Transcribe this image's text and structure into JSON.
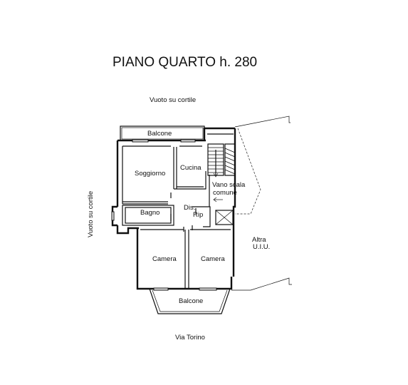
{
  "title": "PIANO QUARTO h. 280",
  "labels": {
    "vuoto_top": "Vuoto su cortile",
    "vuoto_left": "Vuoto su cortile",
    "balcone_top": "Balcone",
    "soggiorno": "Soggiorno",
    "cucina": "Cucina",
    "vano_scala_1": "Vano scala",
    "vano_scala_2": "comune",
    "bagno": "Bagno",
    "dis": "Dis.",
    "rip": "Rip",
    "altra_1": "Altra",
    "altra_2": "U.I.U.",
    "camera_left": "Camera",
    "camera_right": "Camera",
    "balcone_bottom": "Balcone",
    "via": "Via Torino"
  }
}
